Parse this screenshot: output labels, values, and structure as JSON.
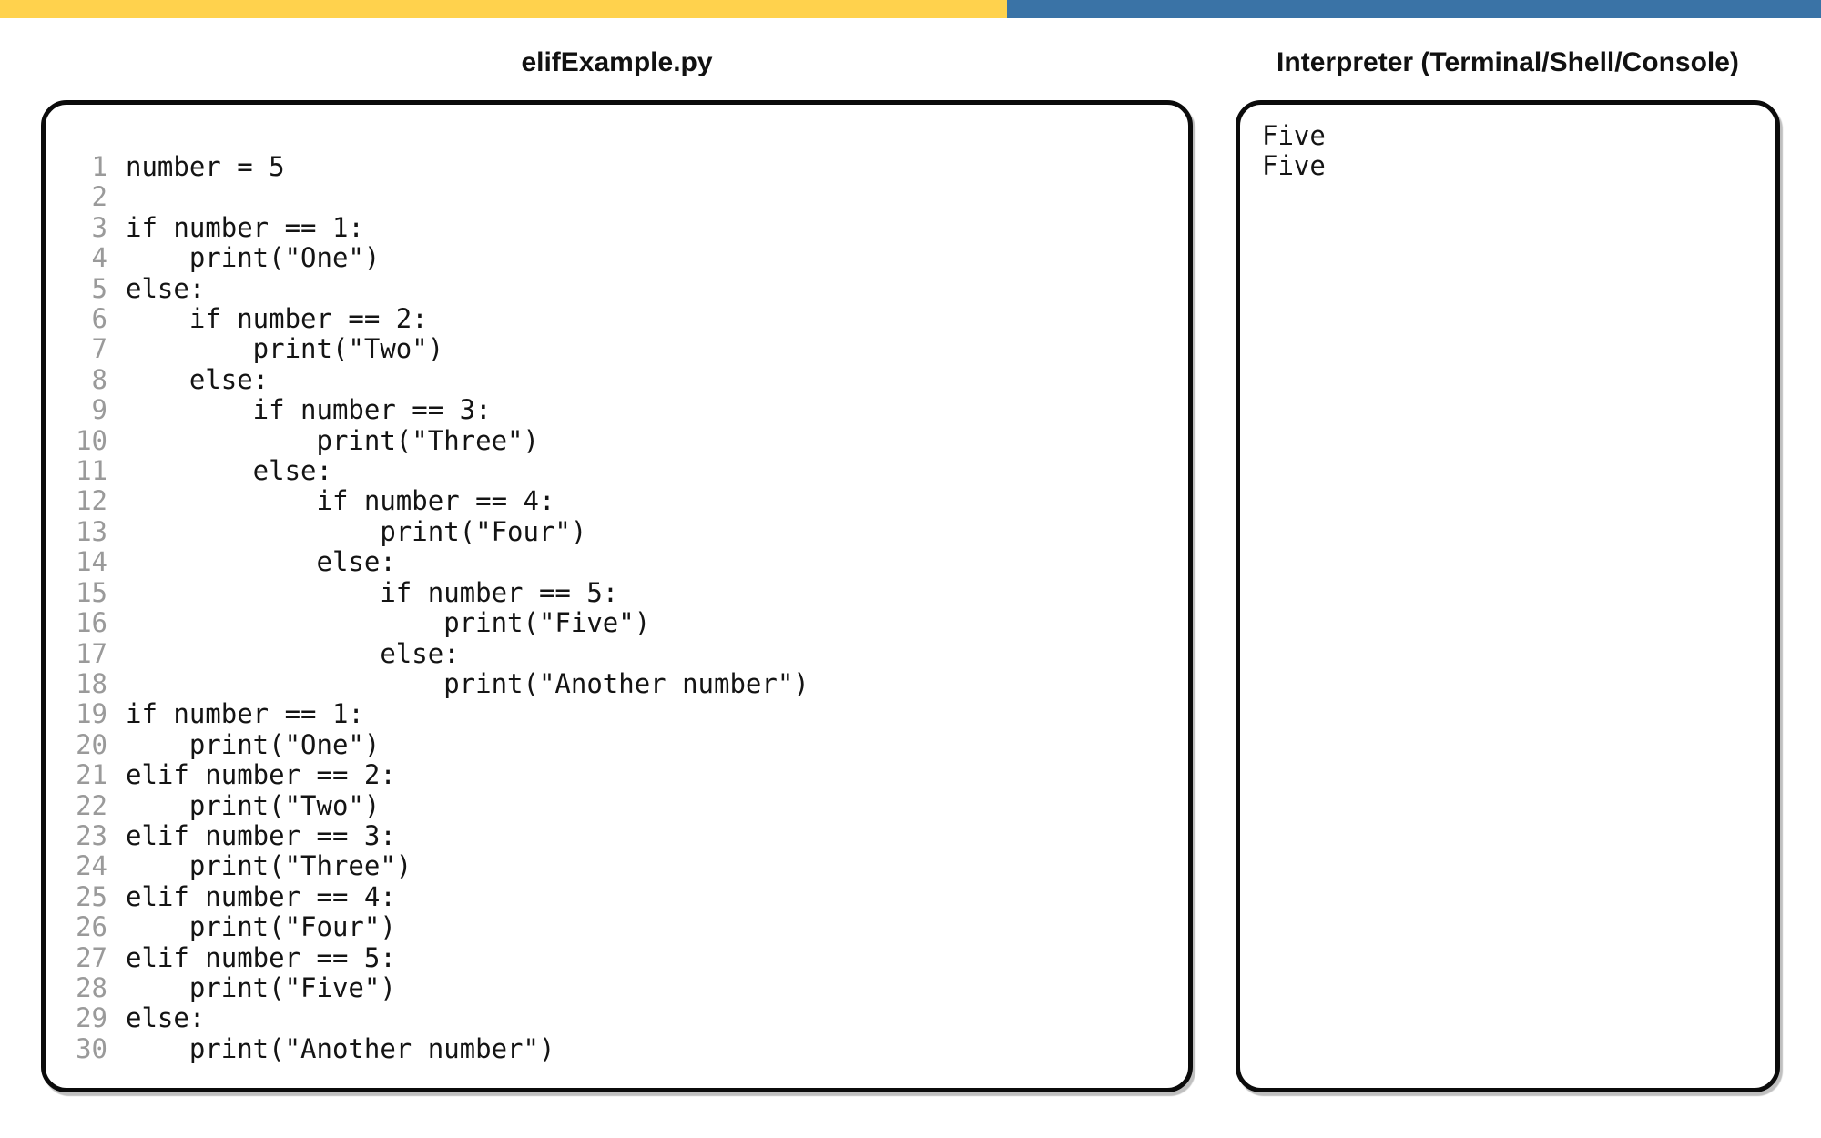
{
  "top_bar": {
    "yellow_color": "#FFD24D",
    "blue_color": "#3A73A6"
  },
  "editor": {
    "title": "elifExample.py",
    "lines": [
      {
        "num": "1",
        "code": "number = 5"
      },
      {
        "num": "2",
        "code": ""
      },
      {
        "num": "3",
        "code": "if number == 1:"
      },
      {
        "num": "4",
        "code": "    print(\"One\")"
      },
      {
        "num": "5",
        "code": "else:"
      },
      {
        "num": "6",
        "code": "    if number == 2:"
      },
      {
        "num": "7",
        "code": "        print(\"Two\")"
      },
      {
        "num": "8",
        "code": "    else:"
      },
      {
        "num": "9",
        "code": "        if number == 3:"
      },
      {
        "num": "10",
        "code": "            print(\"Three\")"
      },
      {
        "num": "11",
        "code": "        else:"
      },
      {
        "num": "12",
        "code": "            if number == 4:"
      },
      {
        "num": "13",
        "code": "                print(\"Four\")"
      },
      {
        "num": "14",
        "code": "            else:"
      },
      {
        "num": "15",
        "code": "                if number == 5:"
      },
      {
        "num": "16",
        "code": "                    print(\"Five\")"
      },
      {
        "num": "17",
        "code": "                else:"
      },
      {
        "num": "18",
        "code": "                    print(\"Another number\")"
      },
      {
        "num": "19",
        "code": "if number == 1:"
      },
      {
        "num": "20",
        "code": "    print(\"One\")"
      },
      {
        "num": "21",
        "code": "elif number == 2:"
      },
      {
        "num": "22",
        "code": "    print(\"Two\")"
      },
      {
        "num": "23",
        "code": "elif number == 3:"
      },
      {
        "num": "24",
        "code": "    print(\"Three\")"
      },
      {
        "num": "25",
        "code": "elif number == 4:"
      },
      {
        "num": "26",
        "code": "    print(\"Four\")"
      },
      {
        "num": "27",
        "code": "elif number == 5:"
      },
      {
        "num": "28",
        "code": "    print(\"Five\")"
      },
      {
        "num": "29",
        "code": "else:"
      },
      {
        "num": "30",
        "code": "    print(\"Another number\")"
      }
    ]
  },
  "interpreter": {
    "title": "Interpreter (Terminal/Shell/Console)",
    "output": [
      "Five",
      "Five"
    ]
  }
}
